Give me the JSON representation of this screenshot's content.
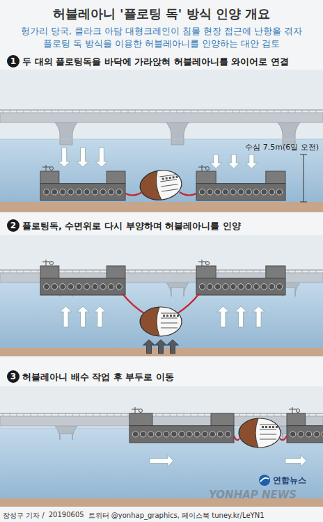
{
  "diagram": {
    "title": "허블레아니 '플로팅 독' 방식 인양 개요",
    "nodes": [
      {
        "text": [
          "1"
        ]
      },
      {
        "text": [
          "2"
        ]
      },
      {
        "text": [
          "3"
        ]
      }
    ],
    "labels": [
      "헝가리 당국, 클라크 아담 대형크레인이 침몰 현장 접근에 난항을 겪자 플로팅 독 방식을 이용한 허블레아니를 인양하는 대안 검토",
      "두 대의 플로팅독을 바닥에 가라앉혀 허블레아니를 와이어로 연결",
      "수심 7.5m(6일 오전)",
      "플로팅독, 수면위로 다시 부양하며 허블레아니를 인양",
      "허블레아니 배수 작업 후 부두로 이동",
      "연합뉴스",
      "YONHAP NEWS",
      "장성구 기자 /",
      "20190605",
      "트위터 @yonhap_graphics, 페이스북 tuney.kr/LeYN1"
    ]
  }
}
